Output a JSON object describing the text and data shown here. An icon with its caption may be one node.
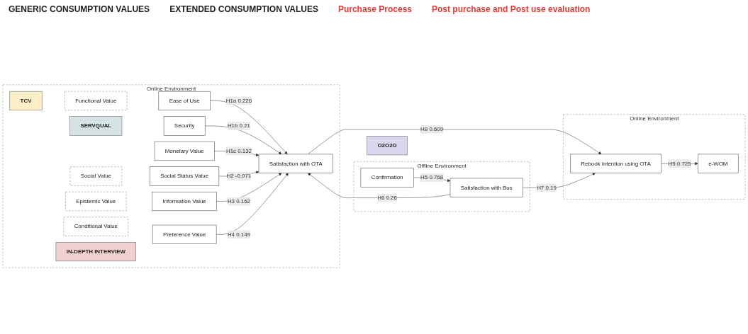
{
  "diagram": {
    "nodes": [
      {
        "text": [
          "Online Environment"
        ]
      },
      {
        "text": [
          "Functional Value"
        ],
        "in": 0
      },
      {
        "text": [
          "Social Value"
        ],
        "in": 0
      },
      {
        "text": [
          "Epistemic Value"
        ],
        "in": 0
      },
      {
        "text": [
          "Conditional Value"
        ],
        "in": 0
      },
      {
        "text": [
          "Ease of Use"
        ],
        "in": 0
      },
      {
        "text": [
          "Security"
        ],
        "in": 0
      },
      {
        "text": [
          "Monetary Value"
        ],
        "in": 0
      },
      {
        "text": [
          "Social Status Value"
        ],
        "in": 0
      },
      {
        "text": [
          "Information Value"
        ],
        "in": 0
      },
      {
        "text": [
          "Preference Value"
        ],
        "in": 0
      },
      {
        "text": [
          "Satisfaction with OTA"
        ],
        "in": 0
      },
      {
        "text": [
          "Offline Environment"
        ]
      },
      {
        "text": [
          "Satisfaction with Bus"
        ],
        "in": 12
      },
      {
        "text": [
          "Confirmation"
        ],
        "in": 12
      },
      {
        "text": [
          "Online Environment"
        ]
      },
      {
        "text": [
          "Rebook Intention using OTA"
        ],
        "in": 15
      },
      {
        "text": [
          "e-WOM"
        ],
        "in": 15
      },
      {
        "text": [
          "TCV"
        ],
        "in": 0
      },
      {
        "text": [
          "SERVQUAL"
        ],
        "in": 0
      },
      {
        "text": [
          "IN-DEPTH INTERVIEW"
        ],
        "in": 0
      },
      {
        "text": [
          "O2O2O"
        ]
      }
    ],
    "edges": [
      {
        "from": 5,
        "to": 11,
        "arrow": "to",
        "label": "H1a 0.226"
      },
      {
        "from": 6,
        "to": 11,
        "arrow": "to",
        "label": "H1b 0.21"
      },
      {
        "from": 7,
        "to": 11,
        "arrow": "to",
        "label": "H1c 0.132"
      },
      {
        "from": 8,
        "to": 11,
        "arrow": "to",
        "label": "H2 -0.071"
      },
      {
        "from": 9,
        "to": 11,
        "arrow": "to",
        "label": "H3 0.162"
      },
      {
        "from": 10,
        "to": 11,
        "arrow": "to",
        "label": "H4 0.149"
      },
      {
        "from": 11,
        "to": 16,
        "arrow": "to",
        "label": "H8 0.609"
      },
      {
        "from": 13,
        "to": 11,
        "arrow": "to",
        "label": "H6 0.26"
      },
      {
        "from": 13,
        "to": 16,
        "arrow": "to",
        "label": "H7 0.19"
      },
      {
        "from": 16,
        "to": 17,
        "arrow": "to",
        "label": "H9 0.725"
      },
      {
        "from": 14,
        "to": 13,
        "arrow": "to",
        "label": "H5 0.768"
      }
    ],
    "labels": [
      "GENERIC CONSUMPTION VALUES",
      "EXTENDED CONSUMPTION VALUES",
      "Purchase Process",
      "Post purchase and Post use evaluation"
    ]
  }
}
